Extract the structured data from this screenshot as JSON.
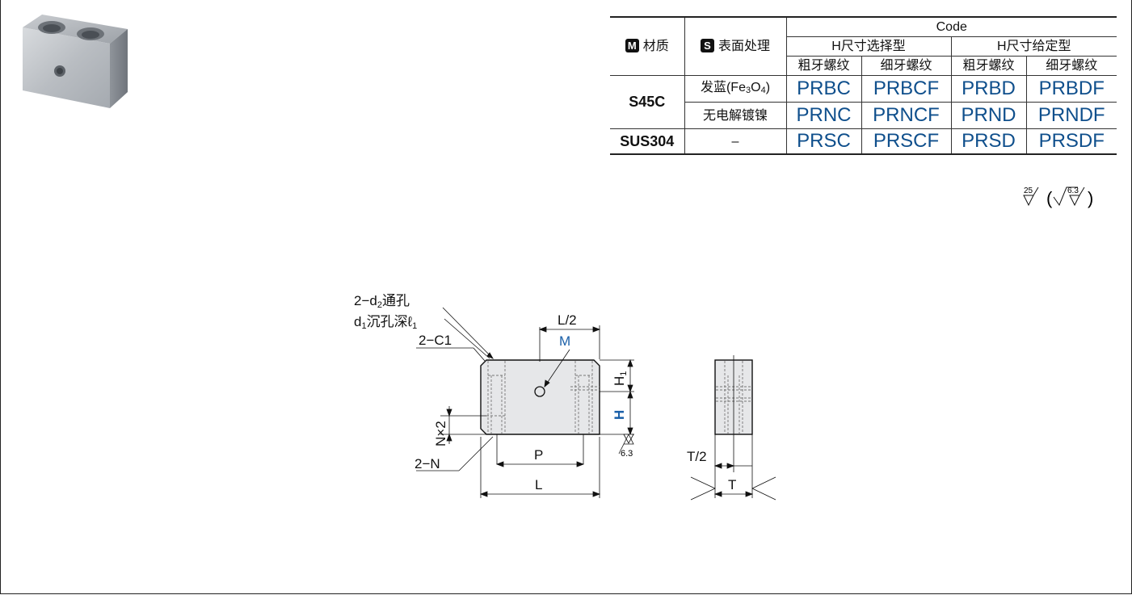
{
  "table": {
    "header": {
      "material": "材质",
      "material_badge": "M",
      "surface": "表面处理",
      "surface_badge": "S",
      "code": "Code",
      "group_select": "H尺寸选择型",
      "group_fixed": "H尺寸给定型",
      "coarse": "粗牙螺纹",
      "fine": "细牙螺纹"
    },
    "rows": [
      {
        "material": "S45C",
        "surface": "发蓝(Fe",
        "surface_sub1": "3",
        "surface_mid": "O",
        "surface_sub2": "4",
        "surface_end": ")",
        "codes": [
          "PRBC",
          "PRBCF",
          "PRBD",
          "PRBDF"
        ]
      },
      {
        "surface": "无电解镀镍",
        "codes": [
          "PRNC",
          "PRNCF",
          "PRND",
          "PRNDF"
        ]
      },
      {
        "material": "SUS304",
        "surface": "–",
        "codes": [
          "PRSC",
          "PRSCF",
          "PRSD",
          "PRSDF"
        ]
      }
    ]
  },
  "roughness": {
    "main": "25",
    "alt": "6.3"
  },
  "drawing": {
    "label_through_hole": "2−d",
    "label_through_hole_sub": "2",
    "label_through_hole_end": "通孔",
    "label_counterbore": "d",
    "label_counterbore_sub": "1",
    "label_counterbore_end": "沉孔深ℓ",
    "label_counterbore_sub2": "1",
    "label_chamfer": "2−C1",
    "label_half_length": "L/2",
    "label_thread": "M",
    "label_h1": "H",
    "label_h1_sub": "1",
    "label_h": "H",
    "label_nx2": "N×2",
    "label_2n": "2−N",
    "label_p": "P",
    "label_l": "L",
    "label_roughness": "6.3",
    "label_t_half": "T/2",
    "label_t": "T"
  },
  "colors": {
    "accent": "#0f4f8c",
    "dim_blue": "#1a5fa8"
  }
}
